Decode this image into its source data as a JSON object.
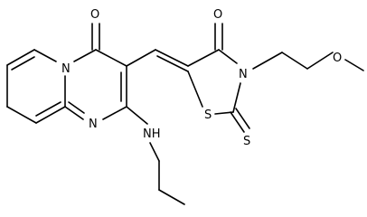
{
  "colors": {
    "background": "#ffffff",
    "bond": "#000000",
    "label": "#000000"
  },
  "atoms": {
    "o_pyrimidinone": "O",
    "n_ring_junction": "N",
    "n_pyrimidine": "N",
    "nh_amino": "NH",
    "o_thiazolidinone": "O",
    "n_thiazolidine": "N",
    "s_ring": "S",
    "s_thione": "S",
    "o_methoxy": "O"
  }
}
